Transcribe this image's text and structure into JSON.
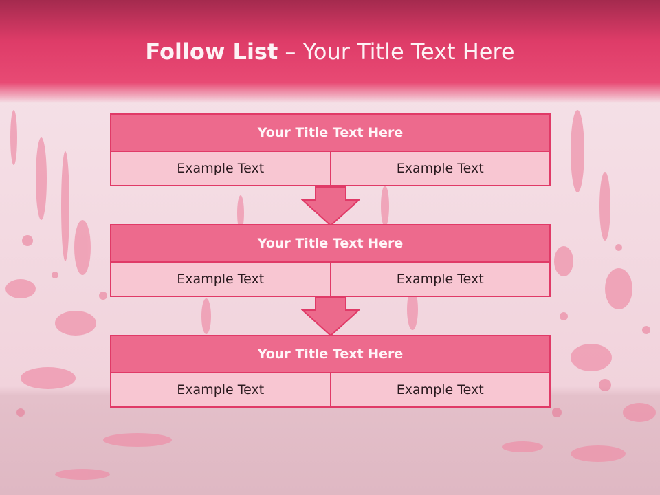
{
  "slide": {
    "title_bold": "Follow List",
    "title_rest": " – Your Title Text Here",
    "colors": {
      "header": "#de3c68",
      "box_header": "#ed6a8d",
      "box_cell": "#f8c6d2",
      "border": "#e03a67",
      "background": "#f3dde3"
    }
  },
  "blocks": [
    {
      "title": "Your Title Text Here",
      "left": "Example Text",
      "right": "Example Text"
    },
    {
      "title": "Your Title Text Here",
      "left": "Example Text",
      "right": "Example Text"
    },
    {
      "title": "Your Title Text Here",
      "left": "Example Text",
      "right": "Example Text"
    }
  ],
  "arrows": [
    "down-arrow-icon",
    "down-arrow-icon"
  ]
}
